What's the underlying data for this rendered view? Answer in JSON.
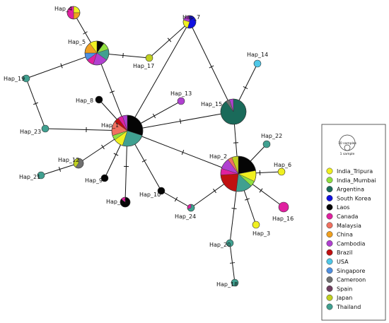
{
  "legend": {
    "size_key": {
      "large": "10 samples",
      "small": "1 sample"
    },
    "items": [
      {
        "name": "India_Tripura",
        "color": "#f0f020"
      },
      {
        "name": "India_Mumbai",
        "color": "#90e040"
      },
      {
        "name": "Argentina",
        "color": "#1a6a5a"
      },
      {
        "name": "South Korea",
        "color": "#1010e0"
      },
      {
        "name": "Laos",
        "color": "#050505"
      },
      {
        "name": "Canada",
        "color": "#e020a0"
      },
      {
        "name": "Malaysia",
        "color": "#f07060"
      },
      {
        "name": "China",
        "color": "#f0a020"
      },
      {
        "name": "Cambodia",
        "color": "#b040d0"
      },
      {
        "name": "Brazil",
        "color": "#c01010"
      },
      {
        "name": "USA",
        "color": "#50c8e8"
      },
      {
        "name": "Singapore",
        "color": "#5090e0"
      },
      {
        "name": "Cameroon",
        "color": "#707070"
      },
      {
        "name": "Spain",
        "color": "#704060"
      },
      {
        "name": "Japan",
        "color": "#c0d020"
      },
      {
        "name": "Thailand",
        "color": "#40a090"
      }
    ]
  },
  "nodes": [
    {
      "id": "Hap_1",
      "label": "Hap_1",
      "slices": [
        [
          "Laos",
          30
        ],
        [
          "Thailand",
          25
        ],
        [
          "India_Tripura",
          10
        ],
        [
          "India_Mumbai",
          5
        ],
        [
          "Malaysia",
          15
        ],
        [
          "Brazil",
          5
        ],
        [
          "Canada",
          5
        ],
        [
          "Cambodia",
          5
        ]
      ]
    },
    {
      "id": "Hap_2",
      "label": "Hap_2",
      "slices": [
        [
          "Laos",
          22
        ],
        [
          "India_Tripura",
          10
        ],
        [
          "India_Mumbai",
          5
        ],
        [
          "Thailand",
          15
        ],
        [
          "Brazil",
          22
        ],
        [
          "Canada",
          6
        ],
        [
          "Cambodia",
          10
        ],
        [
          "Malaysia",
          4
        ],
        [
          "Japan",
          6
        ]
      ]
    },
    {
      "id": "Hap_3",
      "label": "Hap_3",
      "slices": [
        [
          "India_Tripura",
          100
        ]
      ]
    },
    {
      "id": "Hap_4",
      "label": "Hap_4",
      "slices": [
        [
          "India_Tripura",
          25
        ],
        [
          "China",
          25
        ],
        [
          "Canada",
          50
        ]
      ]
    },
    {
      "id": "Hap_5",
      "label": "Hap_5",
      "slices": [
        [
          "Laos",
          10
        ],
        [
          "India_Mumbai",
          10
        ],
        [
          "Thailand",
          15
        ],
        [
          "Cambodia",
          20
        ],
        [
          "Canada",
          10
        ],
        [
          "Singapore",
          10
        ],
        [
          "China",
          15
        ],
        [
          "India_Tripura",
          10
        ]
      ]
    },
    {
      "id": "Hap_6",
      "label": "Hap_6",
      "slices": [
        [
          "India_Tripura",
          100
        ]
      ]
    },
    {
      "id": "Hap_7",
      "label": "Hap_7",
      "slices": [
        [
          "South Korea",
          55
        ],
        [
          "India_Tripura",
          25
        ],
        [
          "Cambodia",
          20
        ]
      ]
    },
    {
      "id": "Hap_8",
      "label": "Hap_8",
      "slices": [
        [
          "Laos",
          100
        ]
      ]
    },
    {
      "id": "Hap_9",
      "label": "Hap_9",
      "slices": [
        [
          "Laos",
          100
        ]
      ]
    },
    {
      "id": "Hap_10",
      "label": "Hap_10",
      "slices": [
        [
          "Laos",
          100
        ]
      ]
    },
    {
      "id": "Hap_11",
      "label": "Hap_11",
      "slices": [
        [
          "Laos",
          85
        ],
        [
          "Canada",
          15
        ]
      ]
    },
    {
      "id": "Hap_12",
      "label": "Hap_12",
      "slices": [
        [
          "Cameroon",
          60
        ],
        [
          "Japan",
          40
        ]
      ]
    },
    {
      "id": "Hap_13",
      "label": "Hap_13",
      "slices": [
        [
          "Cambodia",
          100
        ]
      ]
    },
    {
      "id": "Hap_14",
      "label": "Hap_14",
      "slices": [
        [
          "USA",
          100
        ]
      ]
    },
    {
      "id": "Hap_15",
      "label": "Hap_15",
      "slices": [
        [
          "Argentina",
          90
        ],
        [
          "Cameroon",
          5
        ],
        [
          "Cambodia",
          5
        ]
      ]
    },
    {
      "id": "Hap_16",
      "label": "Hap_16",
      "slices": [
        [
          "Canada",
          100
        ]
      ]
    },
    {
      "id": "Hap_17",
      "label": "Hap_17",
      "slices": [
        [
          "Japan",
          100
        ]
      ]
    },
    {
      "id": "Hap_18",
      "label": "Hap_18",
      "slices": [
        [
          "Thailand",
          100
        ]
      ]
    },
    {
      "id": "Hap_19",
      "label": "Hap_19",
      "slices": [
        [
          "Thailand",
          100
        ]
      ]
    },
    {
      "id": "Hap_20",
      "label": "Hap_20",
      "slices": [
        [
          "Thailand",
          100
        ]
      ]
    },
    {
      "id": "Hap_21",
      "label": "Hap_21",
      "slices": [
        [
          "Thailand",
          100
        ]
      ]
    },
    {
      "id": "Hap_22",
      "label": "Hap_22",
      "slices": [
        [
          "Thailand",
          100
        ]
      ]
    },
    {
      "id": "Hap_23",
      "label": "Hap_23",
      "slices": [
        [
          "Thailand",
          100
        ]
      ]
    },
    {
      "id": "Hap_24",
      "label": "Hap_24",
      "slices": [
        [
          "Thailand",
          70
        ],
        [
          "Canada",
          30
        ]
      ]
    }
  ]
}
